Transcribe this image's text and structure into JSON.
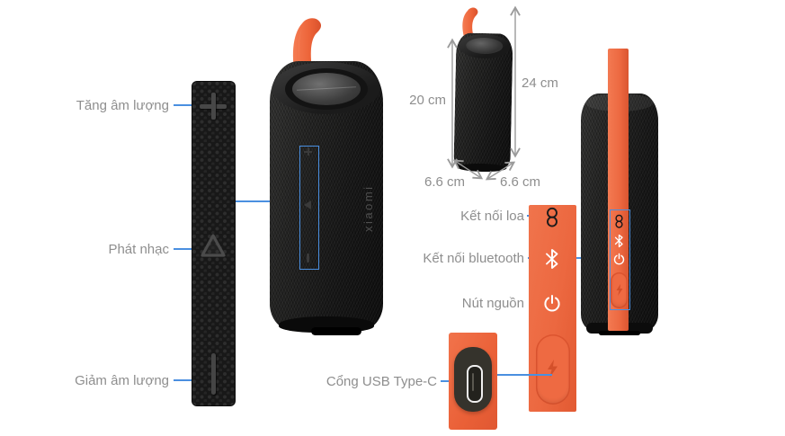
{
  "brand": {
    "logo_text": "xiaomi"
  },
  "left_annotations": {
    "volume_up": "Tăng âm lượng",
    "play": "Phát nhạc",
    "volume_down": "Giảm âm lượng"
  },
  "dimensions": {
    "height_body": "20 cm",
    "height_total": "24 cm",
    "depth": "6.6 cm",
    "width": "6.6 cm"
  },
  "right_annotations": {
    "speaker_pair": "Kết nối loa",
    "bluetooth": "Kết nối bluetooth",
    "power": "Nút nguồn",
    "usb": "Cổng USB Type-C"
  },
  "icons": {
    "volume_up": "plus",
    "play": "triangle-play",
    "volume_down": "minus",
    "speaker_pair": "chain-link",
    "bluetooth": "bluetooth",
    "power": "power",
    "usb_port": "usb-c-port",
    "charging": "lightning-bolt"
  },
  "colors": {
    "accent_orange": "#ec6a43",
    "line_blue": "#4a8fe0",
    "label_gray": "#8e8e8e",
    "strip_black": "#1e1e1e"
  }
}
